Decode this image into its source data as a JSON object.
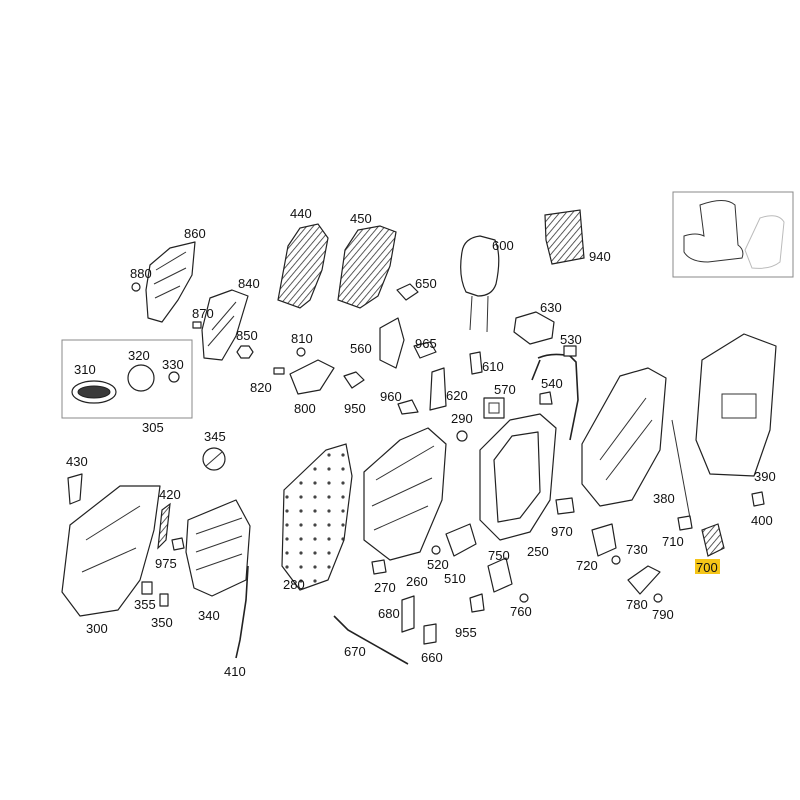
{
  "diagram": {
    "highlight_color": "#f5c518",
    "line_color": "#222222",
    "parts": [
      {
        "key": "p860",
        "label": "860",
        "icon": "side-trim-panel-icon"
      },
      {
        "key": "p880",
        "label": "880",
        "icon": "clip-icon"
      },
      {
        "key": "p870",
        "label": "870",
        "icon": "clip-icon"
      },
      {
        "key": "p840",
        "label": "840",
        "icon": "side-trim-cover-icon"
      },
      {
        "key": "p850",
        "label": "850",
        "icon": "nut-icon"
      },
      {
        "key": "p440",
        "label": "440",
        "icon": "backrest-bolster-left-icon"
      },
      {
        "key": "p450",
        "label": "450",
        "icon": "backrest-bolster-right-icon"
      },
      {
        "key": "p650",
        "label": "650",
        "icon": "buckle-icon"
      },
      {
        "key": "p600",
        "label": "600",
        "icon": "headrest-icon"
      },
      {
        "key": "p940",
        "label": "940",
        "icon": "airscarf-module-icon"
      },
      {
        "key": "p630",
        "label": "630",
        "icon": "headrest-guide-icon"
      },
      {
        "key": "p530",
        "label": "530",
        "icon": "wiring-harness-icon"
      },
      {
        "key": "p310",
        "label": "310",
        "icon": "emblem-badge-icon"
      },
      {
        "key": "p320",
        "label": "320",
        "icon": "disc-icon"
      },
      {
        "key": "p330",
        "label": "330",
        "icon": "nut-icon"
      },
      {
        "key": "p305",
        "label": "305",
        "icon": "emblem-kit-icon"
      },
      {
        "key": "p810",
        "label": "810",
        "icon": "screw-icon"
      },
      {
        "key": "p820",
        "label": "820",
        "icon": "screw-icon"
      },
      {
        "key": "p800",
        "label": "800",
        "icon": "bracket-icon"
      },
      {
        "key": "p950",
        "label": "950",
        "icon": "clip-icon"
      },
      {
        "key": "p560",
        "label": "560",
        "icon": "motor-icon"
      },
      {
        "key": "p965",
        "label": "965",
        "icon": "clip-icon"
      },
      {
        "key": "p610",
        "label": "610",
        "icon": "sensor-icon"
      },
      {
        "key": "p960",
        "label": "960",
        "icon": "clip-icon"
      },
      {
        "key": "p620",
        "label": "620",
        "icon": "adjuster-rod-icon"
      },
      {
        "key": "p570",
        "label": "570",
        "icon": "connector-icon"
      },
      {
        "key": "p540",
        "label": "540",
        "icon": "bolt-icon"
      },
      {
        "key": "p290",
        "label": "290",
        "icon": "grommet-icon"
      },
      {
        "key": "p430",
        "label": "430",
        "icon": "trim-strip-icon"
      },
      {
        "key": "p345",
        "label": "345",
        "icon": "wrench-icon"
      },
      {
        "key": "p420",
        "label": "420",
        "icon": "trim-panel-icon"
      },
      {
        "key": "p975",
        "label": "975",
        "icon": "clip-icon"
      },
      {
        "key": "p300",
        "label": "300",
        "icon": "seat-back-cover-icon"
      },
      {
        "key": "p355",
        "label": "355",
        "icon": "clip-icon"
      },
      {
        "key": "p350",
        "label": "350",
        "icon": "clip-icon"
      },
      {
        "key": "p340",
        "label": "340",
        "icon": "lumbar-support-icon"
      },
      {
        "key": "p410",
        "label": "410",
        "icon": "cable-icon"
      },
      {
        "key": "p280",
        "label": "280",
        "icon": "foam-padding-icon"
      },
      {
        "key": "p270",
        "label": "270",
        "icon": "screw-icon"
      },
      {
        "key": "p260",
        "label": "260",
        "icon": "backrest-shell-icon"
      },
      {
        "key": "p520",
        "label": "520",
        "icon": "screw-icon"
      },
      {
        "key": "p510",
        "label": "510",
        "icon": "control-unit-icon"
      },
      {
        "key": "p750",
        "label": "750",
        "icon": "motor-icon"
      },
      {
        "key": "p250",
        "label": "250",
        "icon": "backrest-frame-icon"
      },
      {
        "key": "p680",
        "label": "680",
        "icon": "strip-icon"
      },
      {
        "key": "p670",
        "label": "670",
        "icon": "rod-icon"
      },
      {
        "key": "p660",
        "label": "660",
        "icon": "clip-icon"
      },
      {
        "key": "p955",
        "label": "955",
        "icon": "clip-icon"
      },
      {
        "key": "p760",
        "label": "760",
        "icon": "screw-icon"
      },
      {
        "key": "p970",
        "label": "970",
        "icon": "clip-icon"
      },
      {
        "key": "p720",
        "label": "720",
        "icon": "gear-motor-icon"
      },
      {
        "key": "p730",
        "label": "730",
        "icon": "screw-icon"
      },
      {
        "key": "p380",
        "label": "380",
        "icon": "backrest-rear-frame-icon"
      },
      {
        "key": "p390",
        "label": "390",
        "icon": "backrest-rear-panel-icon"
      },
      {
        "key": "p400",
        "label": "400",
        "icon": "screw-icon"
      },
      {
        "key": "p710",
        "label": "710",
        "icon": "bolt-icon"
      },
      {
        "key": "p700",
        "label": "700",
        "icon": "release-lever-icon"
      },
      {
        "key": "p780",
        "label": "780",
        "icon": "bracket-icon"
      },
      {
        "key": "p790",
        "label": "790",
        "icon": "screw-icon"
      }
    ],
    "thumbnail_icon": "seat-overview-icon"
  }
}
